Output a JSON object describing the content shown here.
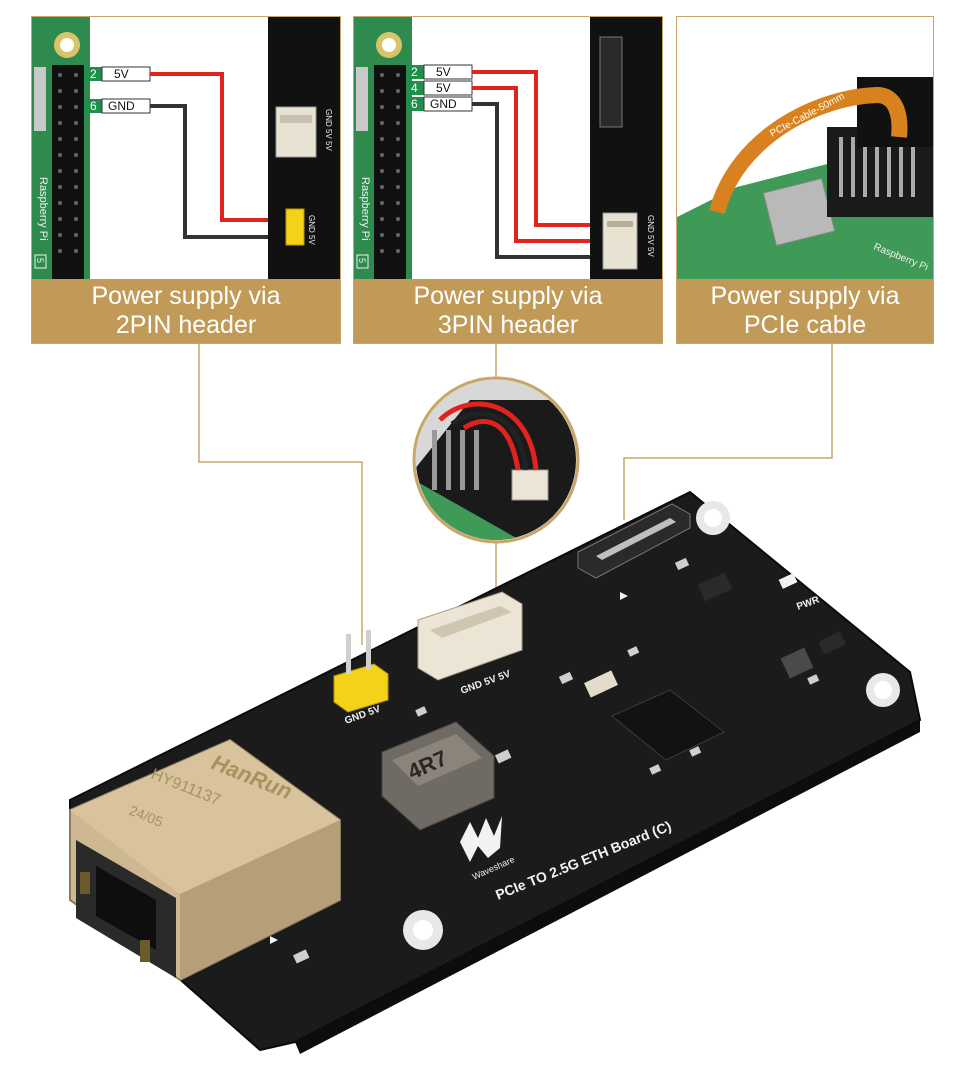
{
  "panels": [
    {
      "caption_line1": "Power supply via",
      "caption_line2": "2PIN header",
      "pin_labels": [
        {
          "num": "2",
          "name": "5V"
        },
        {
          "num": "6",
          "name": "GND"
        }
      ],
      "board_label": "Raspberry Pi",
      "board_badge": "5",
      "header_label": "GND 5V",
      "header_label_2": "GND 5V 5V"
    },
    {
      "caption_line1": "Power supply via",
      "caption_line2": "3PIN header",
      "pin_labels": [
        {
          "num": "2",
          "name": "5V"
        },
        {
          "num": "4",
          "name": "5V"
        },
        {
          "num": "6",
          "name": "GND"
        }
      ],
      "board_label": "Raspberry Pi",
      "board_badge": "5",
      "header_label": "GND 5V 5V"
    },
    {
      "caption_line1": "Power supply via",
      "caption_line2": "PCIe cable",
      "cable_label": "PCIe-Cable-50mm",
      "board_label": "Raspberry Pi"
    }
  ],
  "board": {
    "silk_2pin": "GND 5V",
    "silk_3pin": "GND 5V 5V",
    "silk_pwr": "PWR",
    "silk_title": "PCIe TO 2.5G ETH Board (C)",
    "inductor_label": "4R7",
    "rj45_brand": "HanRun",
    "rj45_model": "HY911137",
    "rj45_date": "24/05",
    "logo_text": "Waveshare"
  },
  "colors": {
    "caption_bg": "#c29a58",
    "pcb": "#1b1b1b",
    "wire_red": "#e0231c",
    "wire_black": "#333333",
    "pin_num_bg": "#1f8f4a",
    "connector_line": "#c9a56a"
  }
}
